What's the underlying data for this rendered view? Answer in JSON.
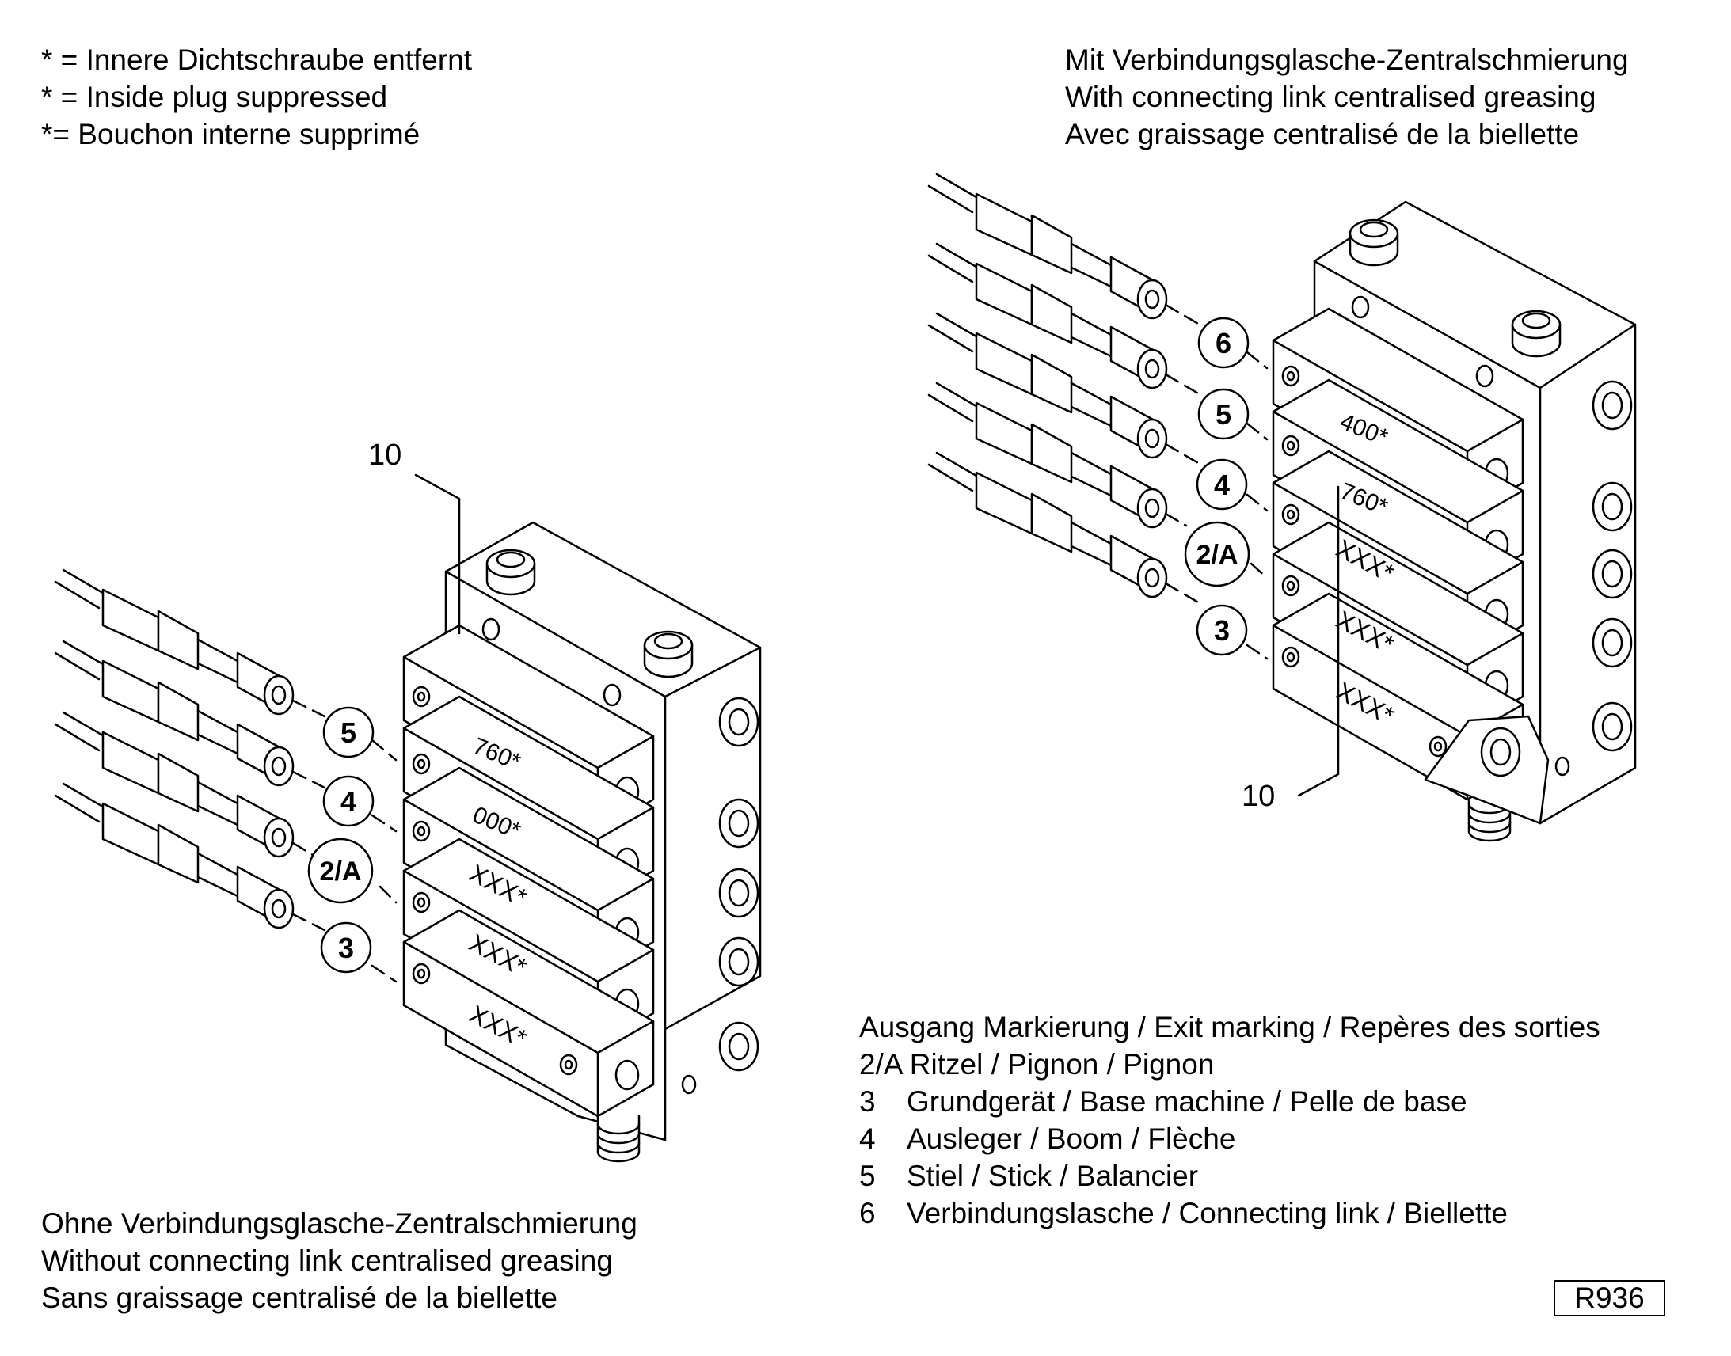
{
  "asterisk_note": {
    "lines": [
      "* = Innere Dichtschraube entfernt",
      "* = Inside plug suppressed",
      "*= Bouchon interne supprimé"
    ]
  },
  "with_link_title": {
    "lines": [
      "Mit Verbindungsglasche-Zentralschmierung",
      "With connecting link centralised greasing",
      "Avec graissage centralisé de la biellette"
    ]
  },
  "without_link_title": {
    "lines": [
      "Ohne Verbindungsglasche-Zentralschmierung",
      "Without connecting link centralised greasing",
      "Sans graissage centralisé de la biellette"
    ]
  },
  "legend": {
    "header": "Ausgang Markierung / Exit marking / Repères des sorties",
    "items": [
      {
        "key": "2/A",
        "text": "Ritzel / Pignon / Pignon"
      },
      {
        "key": "3",
        "text": "Grundgerät / Base machine / Pelle de base"
      },
      {
        "key": "4",
        "text": "Ausleger / Boom / Flèche"
      },
      {
        "key": "5",
        "text": "Stiel / Stick / Balancier"
      },
      {
        "key": "6",
        "text": "Verbindungslasche / Connecting link / Biellette"
      }
    ]
  },
  "figure_code": "R936",
  "left_assembly": {
    "callout": "10",
    "exit_labels": [
      "5",
      "4",
      "2/A",
      "3"
    ],
    "block_labels": [
      "760*",
      "000*",
      "XXX*",
      "XXX*",
      "XXX*"
    ]
  },
  "right_assembly": {
    "callout": "10",
    "exit_labels": [
      "6",
      "5",
      "4",
      "2/A",
      "3"
    ],
    "block_labels": [
      "400*",
      "760*",
      "XXX*",
      "XXX*",
      "XXX*"
    ]
  }
}
